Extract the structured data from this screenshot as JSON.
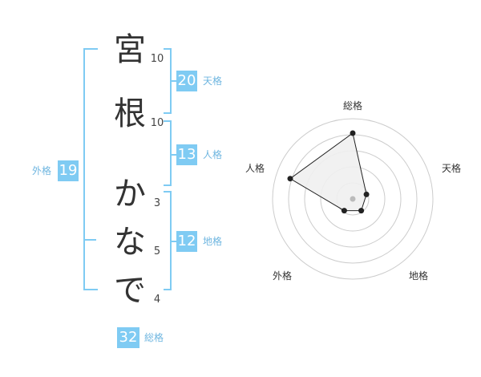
{
  "name": {
    "surname": [
      {
        "char": "宮",
        "strokes": "10"
      },
      {
        "char": "根",
        "strokes": "10"
      }
    ],
    "given": [
      {
        "char": "か",
        "strokes": "3"
      },
      {
        "char": "な",
        "strokes": "5"
      },
      {
        "char": "で",
        "strokes": "4"
      }
    ]
  },
  "kaku": {
    "tenkaku": {
      "value": "20",
      "label": "天格"
    },
    "jinkaku": {
      "value": "13",
      "label": "人格"
    },
    "chikaku": {
      "value": "12",
      "label": "地格"
    },
    "gaikaku": {
      "value": "19",
      "label": "外格"
    },
    "soukaku": {
      "value": "32",
      "label": "総格"
    }
  },
  "radar": {
    "axes": [
      "総格",
      "天格",
      "地格",
      "外格",
      "人格"
    ],
    "values": [
      0.82,
      0.18,
      0.18,
      0.18,
      0.82
    ],
    "rings": 5,
    "colors": {
      "fill": "#f0f0f0",
      "stroke": "#222222",
      "grid": "#cccccc",
      "center": "#bbbbbb"
    }
  },
  "colors": {
    "accent": "#7fcbf3"
  }
}
